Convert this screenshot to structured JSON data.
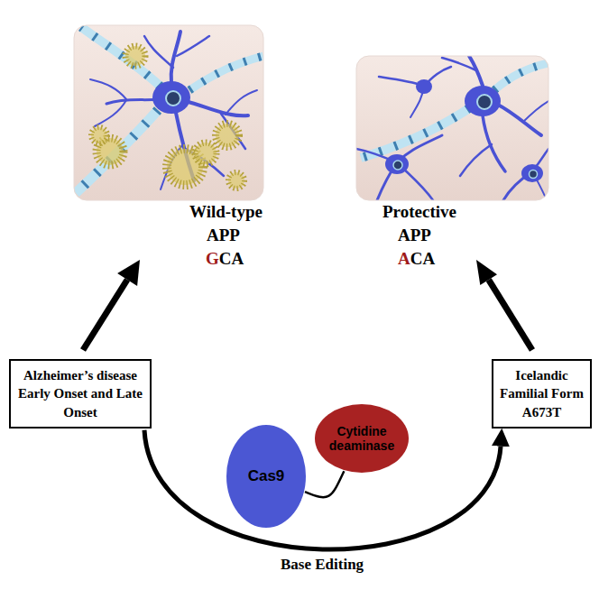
{
  "diagram": {
    "nodes": [
      {
        "text": [
          "Alzheimer’s disease Early Onset and Late Onset"
        ]
      },
      {
        "text": [
          "Icelandic Familial Form A673T"
        ]
      },
      {
        "text": [
          "Cas9"
        ]
      },
      {
        "text": [
          "Cytidine deaminase"
        ]
      }
    ],
    "edges": [
      {
        "from": 0,
        "to": 1,
        "arrow": "to",
        "label": "Base Editing"
      },
      {
        "from": 2,
        "to": 3,
        "arrow": "none"
      }
    ],
    "labels": [
      "Wild-type",
      "APP",
      "G",
      "CA",
      "Protective",
      "APP",
      "A",
      "CA"
    ]
  }
}
